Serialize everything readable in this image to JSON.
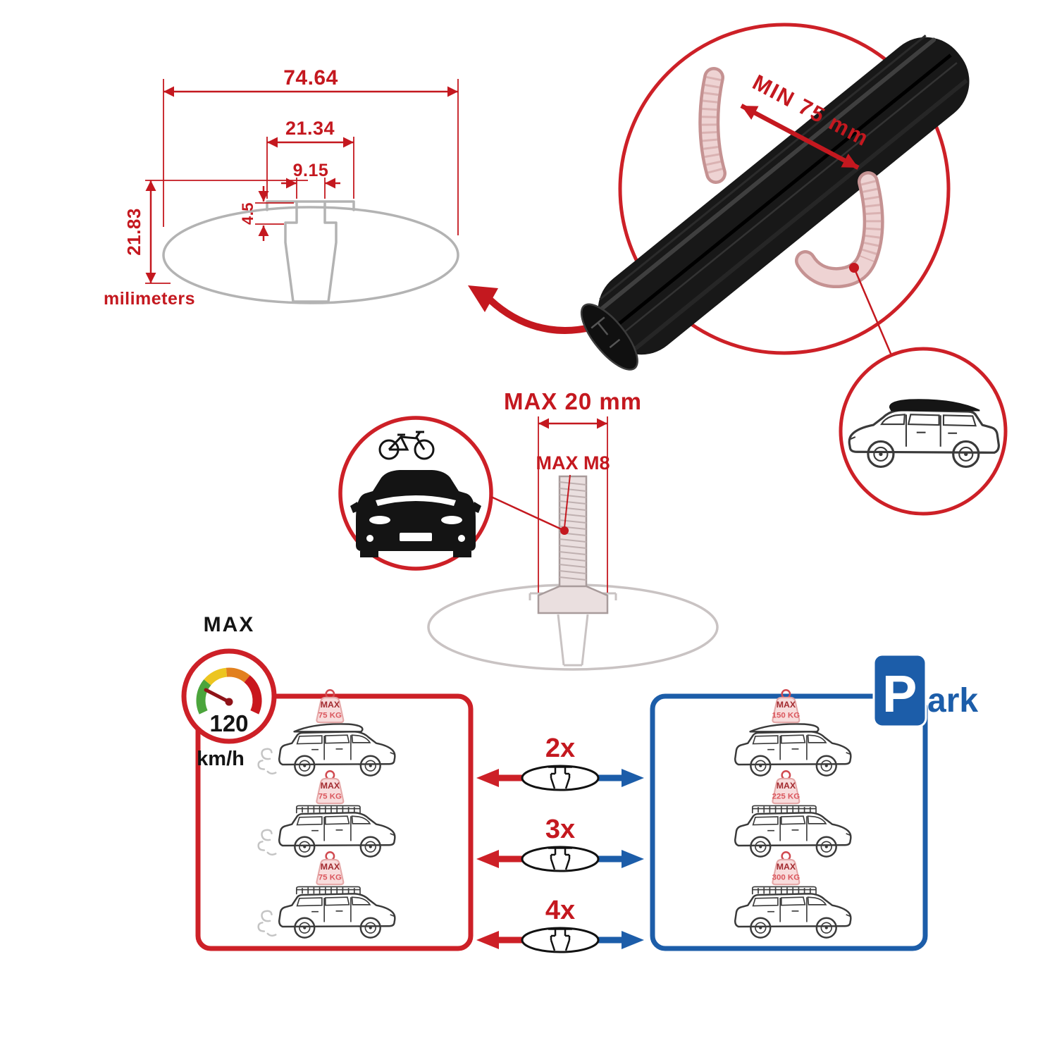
{
  "colors": {
    "dimension_red": "#c4181f",
    "panel_red": "#cd2027",
    "panel_blue": "#1c5da9",
    "profile_gray": "#b3b3b3",
    "bar_black": "#181818",
    "clamp_pink": "#eed3d3"
  },
  "profile_drawing": {
    "total_width": "74.64",
    "flange_width": "21.34",
    "slot_width": "9.15",
    "lip_depth": "4.5",
    "total_height": "21.83",
    "units_label": "milimeters"
  },
  "crossbar_detail": {
    "min_length_label": "MIN 75 mm"
  },
  "tbolt": {
    "max_width_label": "MAX 20 mm",
    "max_thread_label": "MAX M8"
  },
  "speed_limit": {
    "label": "MAX",
    "value": "120",
    "unit": "km/h"
  },
  "park_sign": {
    "initial": "P",
    "rest": "ark"
  },
  "load_rows": {
    "multipliers": [
      "2x",
      "3x",
      "4x"
    ],
    "driving": [
      {
        "label": "MAX",
        "weight": "75 KG"
      },
      {
        "label": "MAX",
        "weight": "75 KG"
      },
      {
        "label": "MAX",
        "weight": "75 KG"
      }
    ],
    "parked": [
      {
        "label": "MAX",
        "weight": "150 KG"
      },
      {
        "label": "MAX",
        "weight": "225 KG"
      },
      {
        "label": "MAX",
        "weight": "300 KG"
      }
    ]
  }
}
